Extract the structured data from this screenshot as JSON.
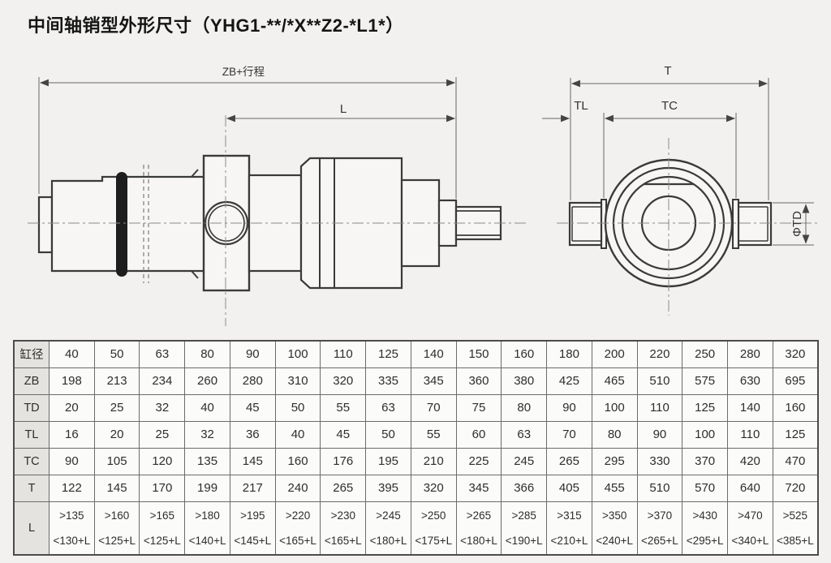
{
  "page": {
    "title": "中间轴销型外形尺寸（YHG1-**/*X**Z2-*L1*）"
  },
  "diagram": {
    "side_view": {
      "dim_zb": "ZB+行程",
      "dim_l": "L"
    },
    "end_view": {
      "dim_t": "T",
      "dim_tl": "TL",
      "dim_tc": "TC",
      "dim_td": "ΦTD"
    }
  },
  "table": {
    "rows": [
      {
        "header": "缸径",
        "values": [
          "40",
          "50",
          "63",
          "80",
          "90",
          "100",
          "110",
          "125",
          "140",
          "150",
          "160",
          "180",
          "200",
          "220",
          "250",
          "280",
          "320"
        ]
      },
      {
        "header": "ZB",
        "values": [
          "198",
          "213",
          "234",
          "260",
          "280",
          "310",
          "320",
          "335",
          "345",
          "360",
          "380",
          "425",
          "465",
          "510",
          "575",
          "630",
          "695"
        ]
      },
      {
        "header": "TD",
        "values": [
          "20",
          "25",
          "32",
          "40",
          "45",
          "50",
          "55",
          "63",
          "70",
          "75",
          "80",
          "90",
          "100",
          "110",
          "125",
          "140",
          "160"
        ]
      },
      {
        "header": "TL",
        "values": [
          "16",
          "20",
          "25",
          "32",
          "36",
          "40",
          "45",
          "50",
          "55",
          "60",
          "63",
          "70",
          "80",
          "90",
          "100",
          "110",
          "125"
        ]
      },
      {
        "header": "TC",
        "values": [
          "90",
          "105",
          "120",
          "135",
          "145",
          "160",
          "176",
          "195",
          "210",
          "225",
          "245",
          "265",
          "295",
          "330",
          "370",
          "420",
          "470"
        ]
      },
      {
        "header": "T",
        "values": [
          "122",
          "145",
          "170",
          "199",
          "217",
          "240",
          "265",
          "395",
          "320",
          "345",
          "366",
          "405",
          "455",
          "510",
          "570",
          "640",
          "720"
        ]
      },
      {
        "header": "L",
        "values_top": [
          ">135",
          ">160",
          ">165",
          ">180",
          ">195",
          ">220",
          ">230",
          ">245",
          ">250",
          ">265",
          ">285",
          ">315",
          ">350",
          ">370",
          ">430",
          ">470",
          ">525"
        ],
        "values_bottom": [
          "<130+L",
          "<125+L",
          "<125+L",
          "<140+L",
          "<145+L",
          "<165+L",
          "<165+L",
          "<180+L",
          "<175+L",
          "<180+L",
          "<190+L",
          "<210+L",
          "<240+L",
          "<265+L",
          "<295+L",
          "<340+L",
          "<385+L"
        ]
      }
    ]
  }
}
